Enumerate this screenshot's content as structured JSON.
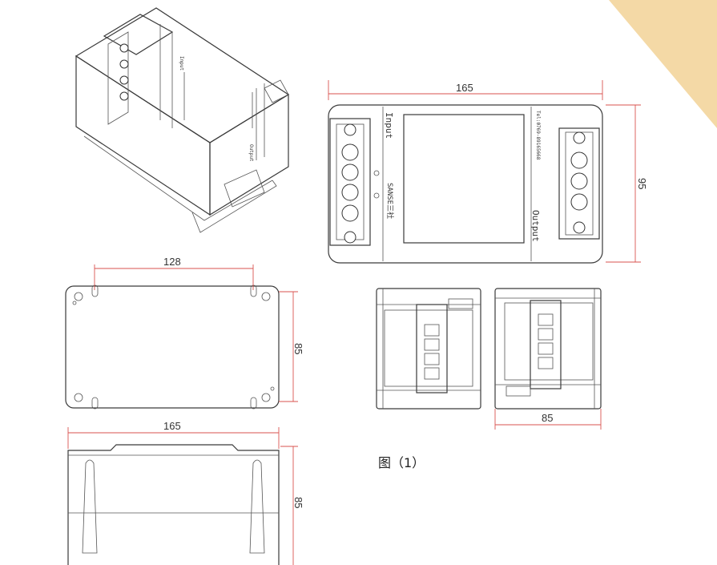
{
  "figure": {
    "caption": "图（1）",
    "corner_color": "#F4D9A6",
    "line_color": "#3a3a3a",
    "dimension_color": "#d9534f"
  },
  "top_view": {
    "width_dim": "165",
    "height_dim": "95",
    "input_label": "Input",
    "output_label": "Output",
    "brand_text": "SANSE三社",
    "tel_text": "Tel:0769-89165668"
  },
  "iso_view": {
    "input_label": "Input",
    "output_label": "Output"
  },
  "mounting_view": {
    "hole_spacing_dim": "128",
    "height_dim": "85"
  },
  "front_view": {
    "width_dim": "165",
    "height_dim": "85"
  },
  "side_view": {
    "width_dim": "85"
  }
}
